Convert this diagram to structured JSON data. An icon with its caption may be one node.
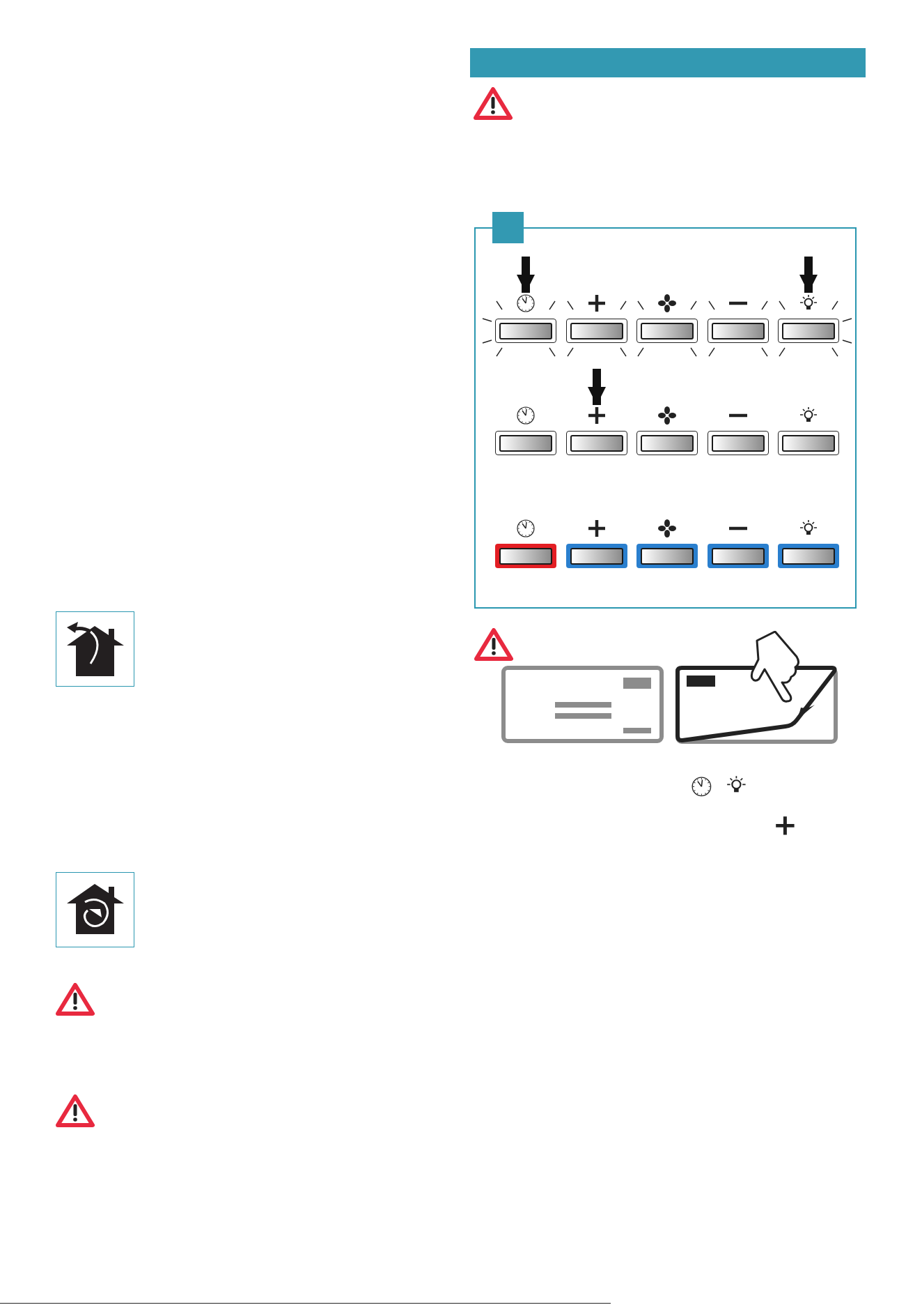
{
  "diagram": {
    "nodes": [
      {
        "text": [],
        "shape": "box"
      },
      {
        "text": [],
        "shape": "box",
        "in": 0
      },
      {
        "text": [],
        "shape": "box",
        "in": 0
      },
      {
        "text": [],
        "shape": "box",
        "in": 0
      },
      {
        "text": [],
        "shape": "box",
        "in": 0
      },
      {
        "text": [],
        "shape": "box",
        "in": 0
      },
      {
        "text": [],
        "shape": "box",
        "in": 0
      },
      {
        "text": [],
        "shape": "box",
        "in": 0
      },
      {
        "text": [],
        "shape": "box",
        "in": 0
      },
      {
        "text": [],
        "shape": "box",
        "in": 0
      },
      {
        "text": [],
        "shape": "box",
        "in": 0
      },
      {
        "text": [],
        "shape": "box",
        "in": 0
      },
      {
        "text": [],
        "shape": "box",
        "in": 0
      },
      {
        "text": [],
        "shape": "box",
        "in": 0
      },
      {
        "text": [],
        "shape": "box",
        "in": 0
      },
      {
        "text": [],
        "shape": "box",
        "in": 0
      }
    ],
    "edges": [
      {
        "from": null,
        "to": 1,
        "arrow": "to"
      },
      {
        "from": null,
        "to": 5,
        "arrow": "to"
      },
      {
        "from": null,
        "to": 7,
        "arrow": "to"
      }
    ]
  }
}
